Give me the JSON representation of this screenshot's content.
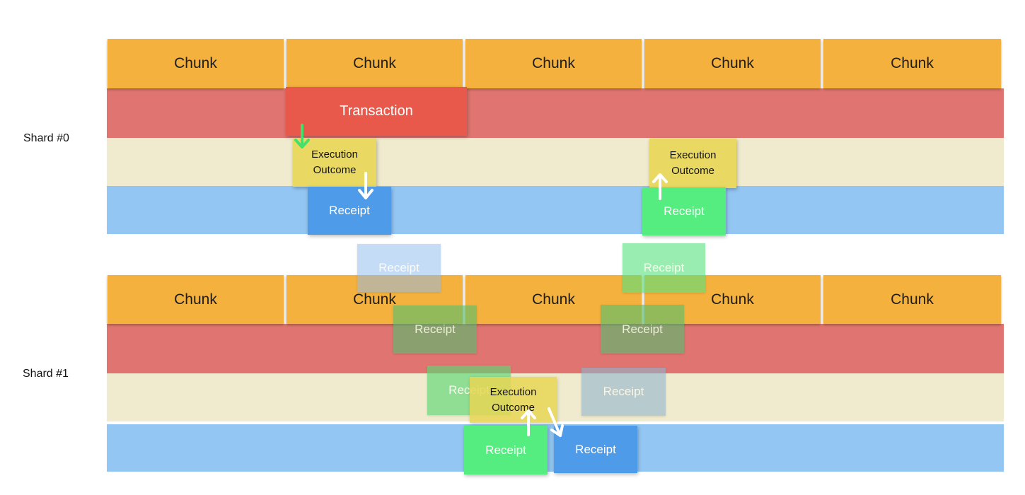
{
  "colors": {
    "chunk_orange": "#F4B13E",
    "band_red": "#E07470",
    "band_beige": "#F0EBCE",
    "band_blue": "#93C6F3",
    "transaction_red": "#E8594C",
    "eo_yellow": "#E9D963",
    "eo_yellow_translucent": "rgba(232,214,85,0.85)",
    "receipt_blue": "#4E9BE9",
    "receipt_green": "#55EC80",
    "ghost_blue": "rgba(140,185,240,0.5)",
    "ghost_bluegray": "rgba(145,180,205,0.6)",
    "ghost_green_light": "rgba(85,225,125,0.6)",
    "ghost_green_mid": "rgba(80,190,110,0.6)",
    "ghost_green_beige": "rgba(90,215,115,0.65)",
    "arrow_green": "#44E06A",
    "arrow_white": "#FFFFFF"
  },
  "shard0": {
    "label": "Shard #0",
    "chunks": [
      "Chunk",
      "Chunk",
      "Chunk",
      "Chunk",
      "Chunk"
    ],
    "transaction": "Transaction",
    "execution_outcome_left": {
      "line1": "Execution",
      "line2": "Outcome"
    },
    "execution_outcome_right": {
      "line1": "Execution",
      "line2": "Outcome"
    },
    "receipt_out": "Receipt",
    "receipt_in": "Receipt"
  },
  "floating": {
    "receipt_left": "Receipt",
    "receipt_right": "Receipt"
  },
  "shard1": {
    "label": "Shard #1",
    "chunks": [
      "Chunk",
      "Chunk",
      "Chunk",
      "Chunk",
      "Chunk"
    ],
    "chunk_receipt_left": "Receipt",
    "chunk_receipt_right": "Receipt",
    "ghost_receipt_beige": "Receipt",
    "ghost_receipt_gray": "Receipt",
    "execution_outcome": {
      "line1": "Execution",
      "line2": "Outcome"
    },
    "receipt_in": "Receipt",
    "receipt_out": "Receipt"
  }
}
